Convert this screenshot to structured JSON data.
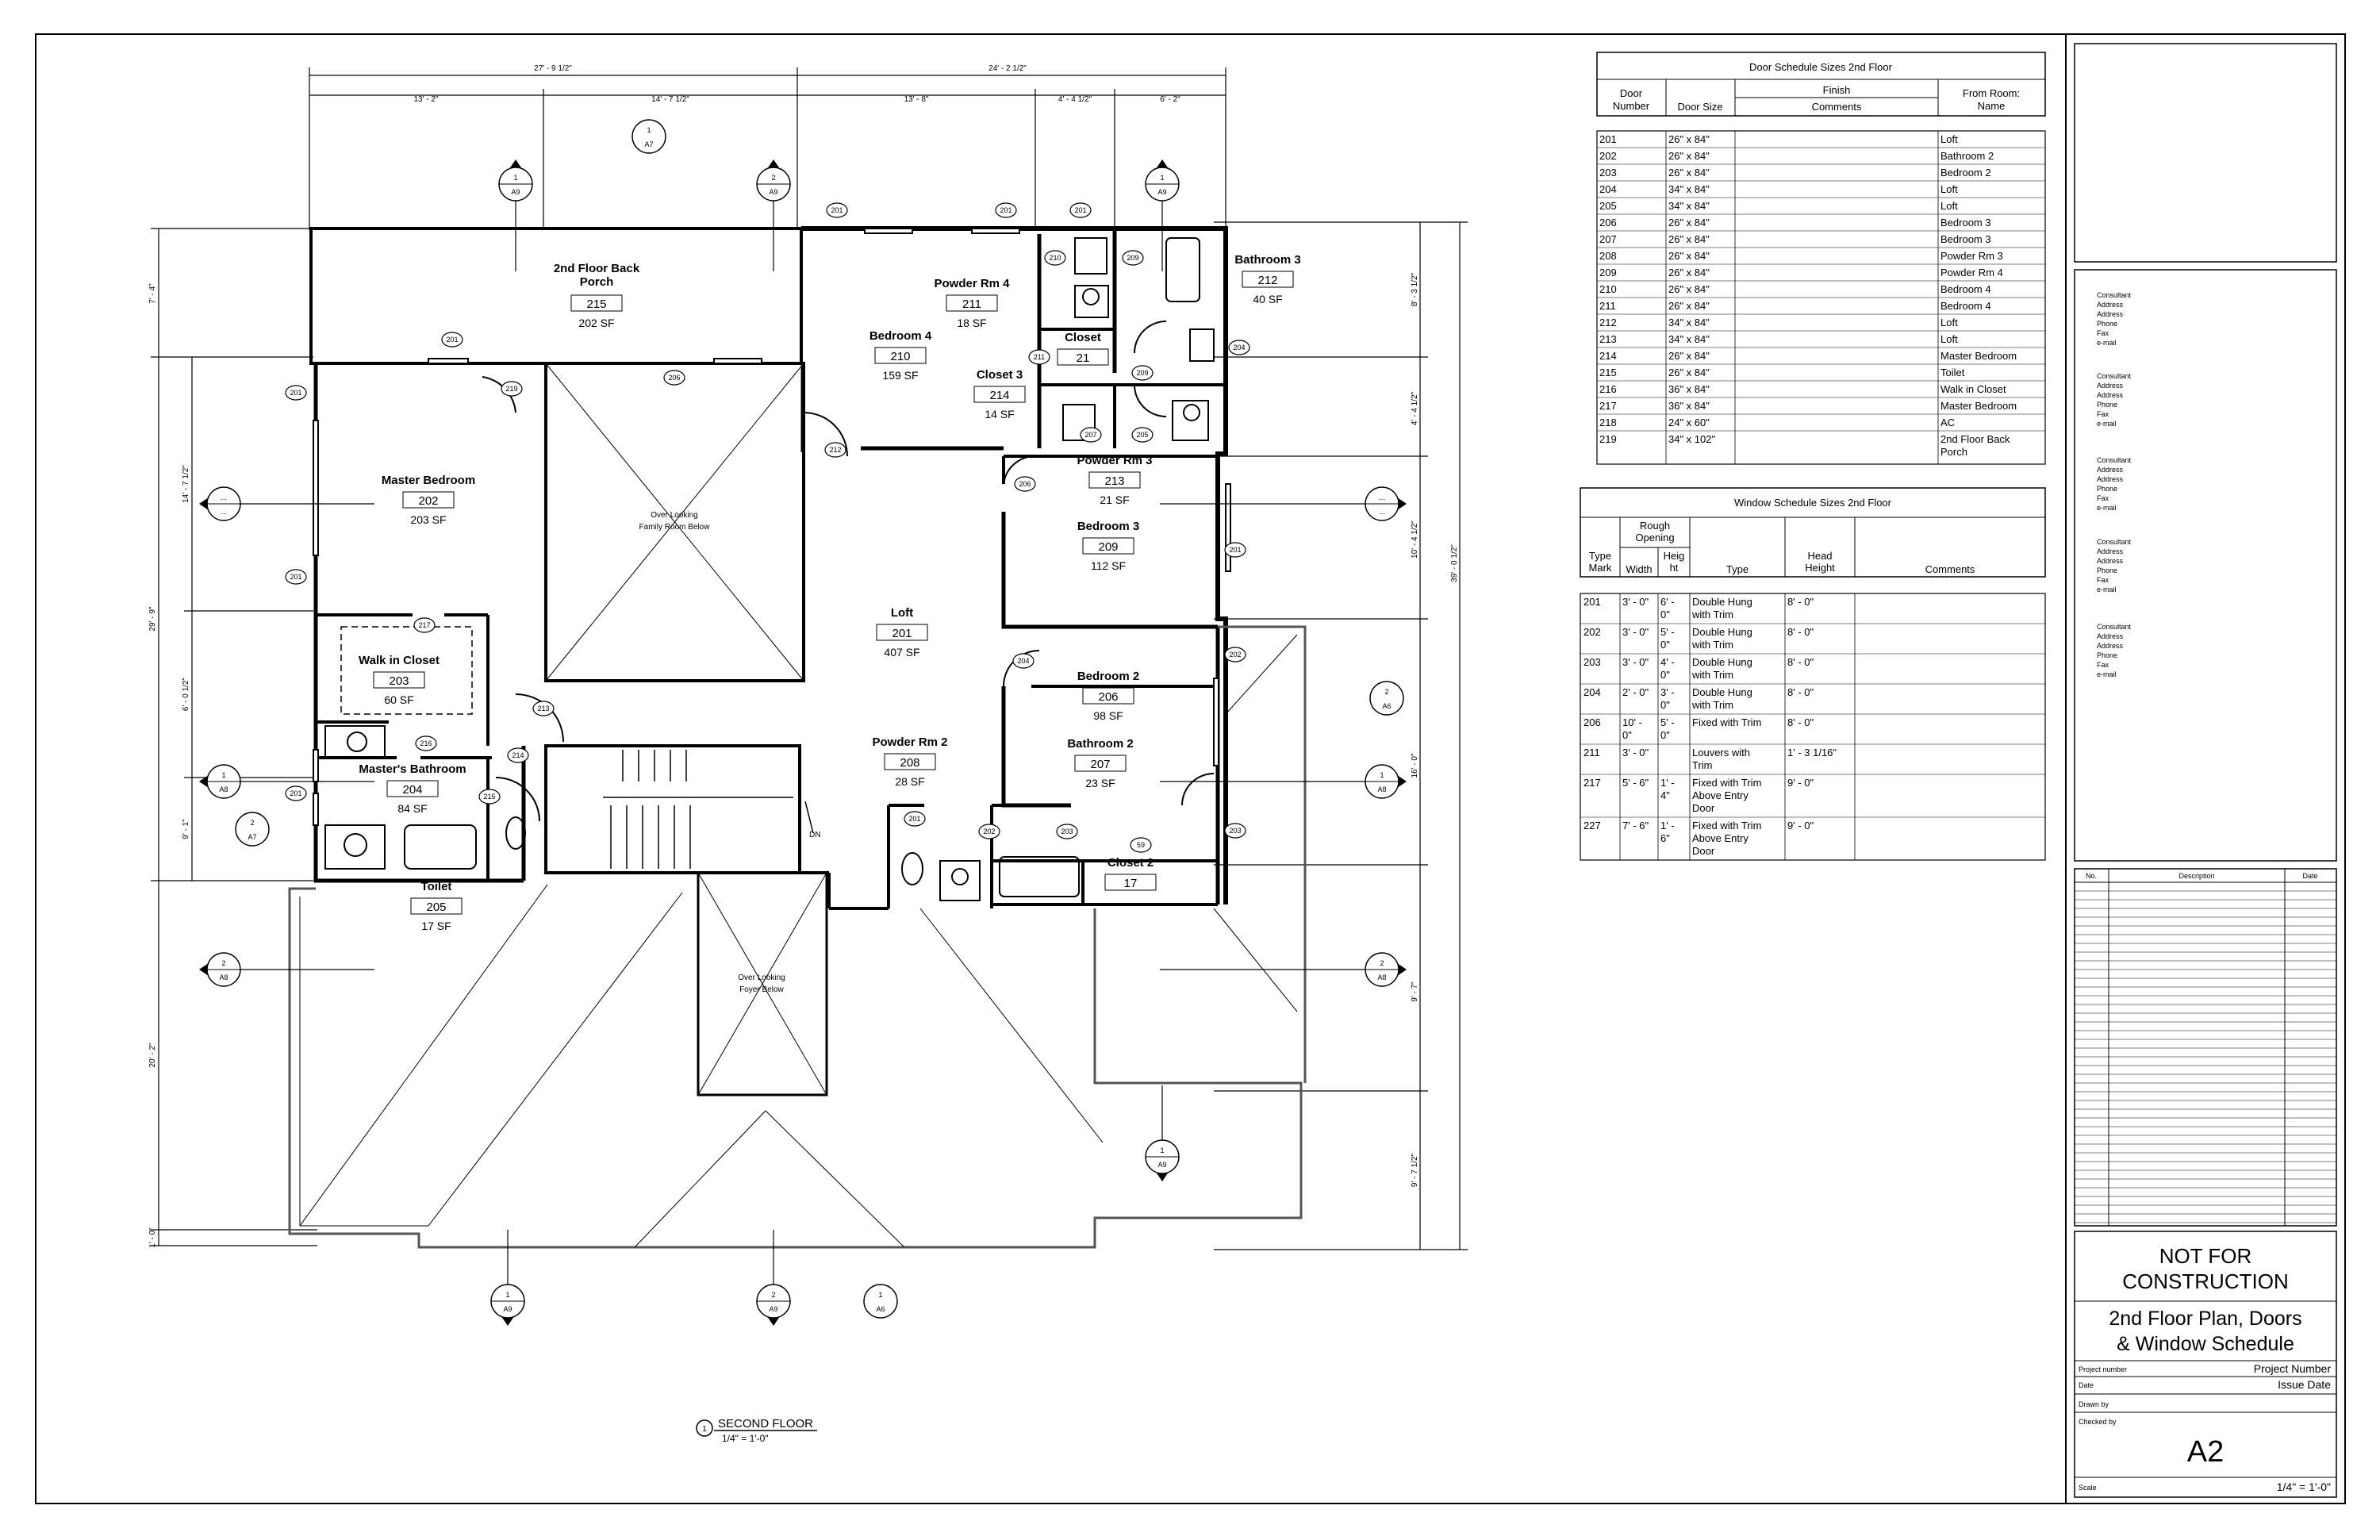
{
  "rooms": [
    {
      "name": "2nd Floor Back\nPorch",
      "num": "215",
      "area": "202 SF"
    },
    {
      "name": "Bedroom 4",
      "num": "210",
      "area": "159 SF"
    },
    {
      "name": "Powder Rm 4",
      "num": "211",
      "area": "18 SF"
    },
    {
      "name": "Closet",
      "num": "21",
      "area": ""
    },
    {
      "name": "Closet 3",
      "num": "214",
      "area": "14 SF"
    },
    {
      "name": "Bathroom 3",
      "num": "212",
      "area": "40 SF"
    },
    {
      "name": "Master Bedroom",
      "num": "202",
      "area": "203 SF"
    },
    {
      "name": "Powder Rm 3",
      "num": "213",
      "area": "21 SF"
    },
    {
      "name": "Bedroom 3",
      "num": "209",
      "area": "112 SF"
    },
    {
      "name": "Loft",
      "num": "201",
      "area": "407 SF"
    },
    {
      "name": "Walk in Closet",
      "num": "203",
      "area": "60 SF"
    },
    {
      "name": "Bedroom 2",
      "num": "206",
      "area": "98 SF"
    },
    {
      "name": "Powder Rm 2",
      "num": "208",
      "area": "28 SF"
    },
    {
      "name": "Bathroom 2",
      "num": "207",
      "area": "23 SF"
    },
    {
      "name": "Master's Bathroom",
      "num": "204",
      "area": "84 SF"
    },
    {
      "name": "Closet 2",
      "num": "17",
      "area": ""
    },
    {
      "name": "Toilet",
      "num": "205",
      "area": "17 SF"
    }
  ],
  "plan_notes": {
    "overlook_family": "Over Looking\nFamily Room Below",
    "overlook_foyer": "Over Looking\nFoyer Below",
    "dn": "DN"
  },
  "dims_top": [
    "27' - 9 1/2\"",
    "24' - 2 1/2\"",
    "13' - 2\"",
    "14' - 7 1/2\"",
    "13' - 8\"",
    "4' - 4 1/2\"",
    "6' - 2\""
  ],
  "dims_left": [
    "7' - 4\"",
    "14' - 7 1/2\"",
    "29' - 9\"",
    "6' - 0 1/2\"",
    "9' - 1\"",
    "20' - 2\"",
    "1' - 0\""
  ],
  "dims_right": [
    "8' - 3 1/2\"",
    "4' - 4 1/2\"",
    "10' - 4 1/2\"",
    "39' - 0 1/2\"",
    "16' - 0\"",
    "9' - 7\"",
    "9' - 7 1/2\""
  ],
  "section_markers": {
    "a7": "A7",
    "a9": "A9",
    "a8": "A8",
    "a6": "A6",
    "n1": "1",
    "n2": "2",
    "dots": "..."
  },
  "view_title": {
    "num": "1",
    "title": "SECOND FLOOR",
    "scale": "1/4\" = 1'-0\""
  },
  "door_schedule": {
    "title": "Door Schedule Sizes 2nd Floor",
    "headers": {
      "door_number": "Door\nNumber",
      "door_size": "Door Size",
      "finish": "Finish",
      "comments": "Comments",
      "from_room": "From Room:\nName"
    },
    "rows": [
      [
        "201",
        "26\" x 84\"",
        "Loft"
      ],
      [
        "202",
        "26\" x 84\"",
        "Bathroom 2"
      ],
      [
        "203",
        "26\" x 84\"",
        "Bedroom 2"
      ],
      [
        "204",
        "34\" x 84\"",
        "Loft"
      ],
      [
        "205",
        "34\" x 84\"",
        "Loft"
      ],
      [
        "206",
        "26\" x 84\"",
        "Bedroom 3"
      ],
      [
        "207",
        "26\" x 84\"",
        "Bedroom 3"
      ],
      [
        "208",
        "26\" x 84\"",
        "Powder Rm 3"
      ],
      [
        "209",
        "26\" x 84\"",
        "Powder Rm 4"
      ],
      [
        "210",
        "26\" x 84\"",
        "Bedroom 4"
      ],
      [
        "211",
        "26\" x 84\"",
        "Bedroom 4"
      ],
      [
        "212",
        "34\" x 84\"",
        "Loft"
      ],
      [
        "213",
        "34\" x 84\"",
        "Loft"
      ],
      [
        "214",
        "26\" x 84\"",
        "Master Bedroom"
      ],
      [
        "215",
        "26\" x 84\"",
        "Toilet"
      ],
      [
        "216",
        "36\" x 84\"",
        "Walk in Closet"
      ],
      [
        "217",
        "36\" x 84\"",
        "Master Bedroom"
      ],
      [
        "218",
        "24\" x 60\"",
        "AC"
      ],
      [
        "219",
        "34\" x 102\"",
        "2nd Floor Back\nPorch"
      ]
    ]
  },
  "window_schedule": {
    "title": "Window Schedule Sizes 2nd Floor",
    "headers": {
      "type_mark": "Type\nMark",
      "rough_opening": "Rough\nOpening",
      "width": "Width",
      "height": "Heig\nht",
      "type": "Type",
      "head_height": "Head\nHeight",
      "comments": "Comments"
    },
    "rows": [
      [
        "201",
        "3' - 0\"",
        "6' -\n0\"",
        "Double Hung\nwith Trim",
        "8' - 0\""
      ],
      [
        "202",
        "3' - 0\"",
        "5' -\n0\"",
        "Double Hung\nwith Trim",
        "8' - 0\""
      ],
      [
        "203",
        "3' - 0\"",
        "4' -\n0\"",
        "Double Hung\nwith Trim",
        "8' - 0\""
      ],
      [
        "204",
        "2' - 0\"",
        "3' -\n0\"",
        "Double Hung\nwith Trim",
        "8' - 0\""
      ],
      [
        "206",
        "10' -\n0\"",
        "5' -\n0\"",
        "Fixed with Trim",
        "8' - 0\""
      ],
      [
        "211",
        "3' - 0\"",
        "",
        "Louvers with\nTrim",
        "1' - 3 1/16\""
      ],
      [
        "217",
        "5' - 6\"",
        "1' -\n4\"",
        "Fixed with Trim\nAbove Entry\nDoor",
        "9' - 0\""
      ],
      [
        "227",
        "7' - 6\"",
        "1' -\n6\"",
        "Fixed with Trim\nAbove Entry\nDoor",
        "9' - 0\""
      ]
    ]
  },
  "consultants": [
    [
      "Consultant",
      "Address",
      "Address",
      "Phone",
      "Fax",
      "e-mail"
    ],
    [
      "Consultant",
      "Address",
      "Address",
      "Phone",
      "Fax",
      "e-mail"
    ],
    [
      "Consultant",
      "Address",
      "Address",
      "Phone",
      "Fax",
      "e-mail"
    ],
    [
      "Consultant",
      "Address",
      "Address",
      "Phone",
      "Fax",
      "e-mail"
    ],
    [
      "Consultant",
      "Address",
      "Address",
      "Phone",
      "Fax",
      "e-mail"
    ]
  ],
  "revisions": {
    "no": "No.",
    "description": "Description",
    "date": "Date"
  },
  "title_block": {
    "not_for_1": "NOT FOR",
    "not_for_2": "CONSTRUCTION",
    "sheet_title_1": "2nd Floor Plan, Doors",
    "sheet_title_2": "& Window Schedule",
    "project_number_label": "Project number",
    "project_number_value": "Project Number",
    "date_label": "Date",
    "date_value": "Issue Date",
    "drawn_by_label": "Drawn by",
    "checked_by_label": "Checked by",
    "sheet_number": "A2",
    "scale_label": "Scale",
    "scale_value": "1/4\" = 1'-0\""
  }
}
